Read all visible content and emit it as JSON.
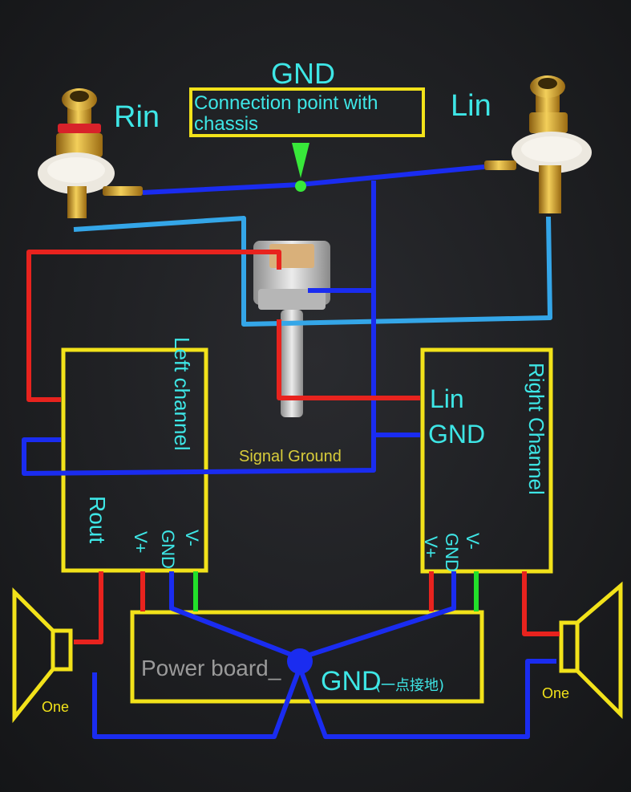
{
  "labels": {
    "gnd_top": "GND",
    "connection_point": "Connection point with chassis",
    "rin": "Rin",
    "lin_top": "Lin",
    "left_channel": "Left channel",
    "right_channel": "Right Channel",
    "rout": "Rout",
    "v_plus": "V+",
    "gnd_pin": "GND",
    "v_minus": "V-",
    "signal_ground": "Signal Ground",
    "lin_right": "Lin",
    "gnd_right": "GND",
    "power_board": "Power board_",
    "gnd_power": "GND",
    "single_point_ground": "(一点接地)",
    "speaker_left": "One",
    "speaker_right": "One"
  },
  "colors": {
    "background": "#1c1d20",
    "board_outline": "#f2e21a",
    "label_cyan": "#3ee6e6",
    "label_yellow_text": "#d8cc3a",
    "wire_red": "#e8231e",
    "wire_blue": "#1a2cf0",
    "wire_lightblue": "#34a6e8",
    "wire_green": "#22e02a",
    "ground_point_green": "#38e83a",
    "rca_gold": "#d4a21e",
    "rca_red": "#d8222a",
    "rca_white": "#ece8df",
    "pot_silver": "#c9c9c9"
  }
}
